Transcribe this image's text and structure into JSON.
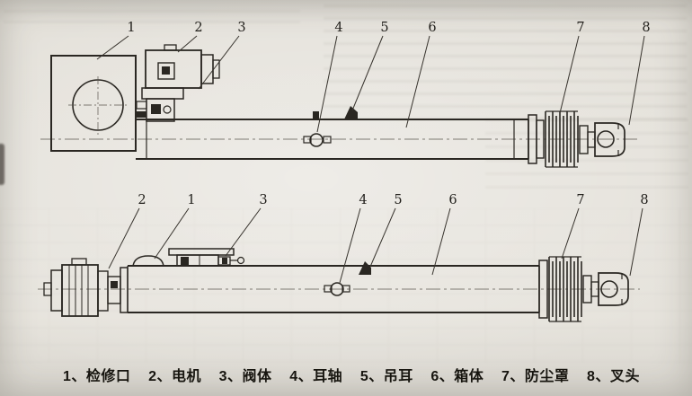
{
  "page": {
    "kind": "scanned technical drawing of a linear electric actuator, two side views",
    "paper_color": "#e4e1da",
    "ink_color": "#2a2722"
  },
  "callouts": {
    "top": [
      "1",
      "2",
      "3",
      "4",
      "5",
      "6",
      "7",
      "8"
    ],
    "bottom": [
      "2",
      "1",
      "3",
      "4",
      "5",
      "6",
      "7",
      "8"
    ]
  },
  "caption": {
    "items": [
      {
        "text": "1、检修口"
      },
      {
        "text": "2、电机"
      },
      {
        "text": "3、阀体"
      },
      {
        "text": "4、耳轴"
      },
      {
        "text": "5、吊耳"
      },
      {
        "text": "6、箱体"
      },
      {
        "text": "7、防尘罩"
      },
      {
        "text": "8、叉头"
      }
    ]
  }
}
